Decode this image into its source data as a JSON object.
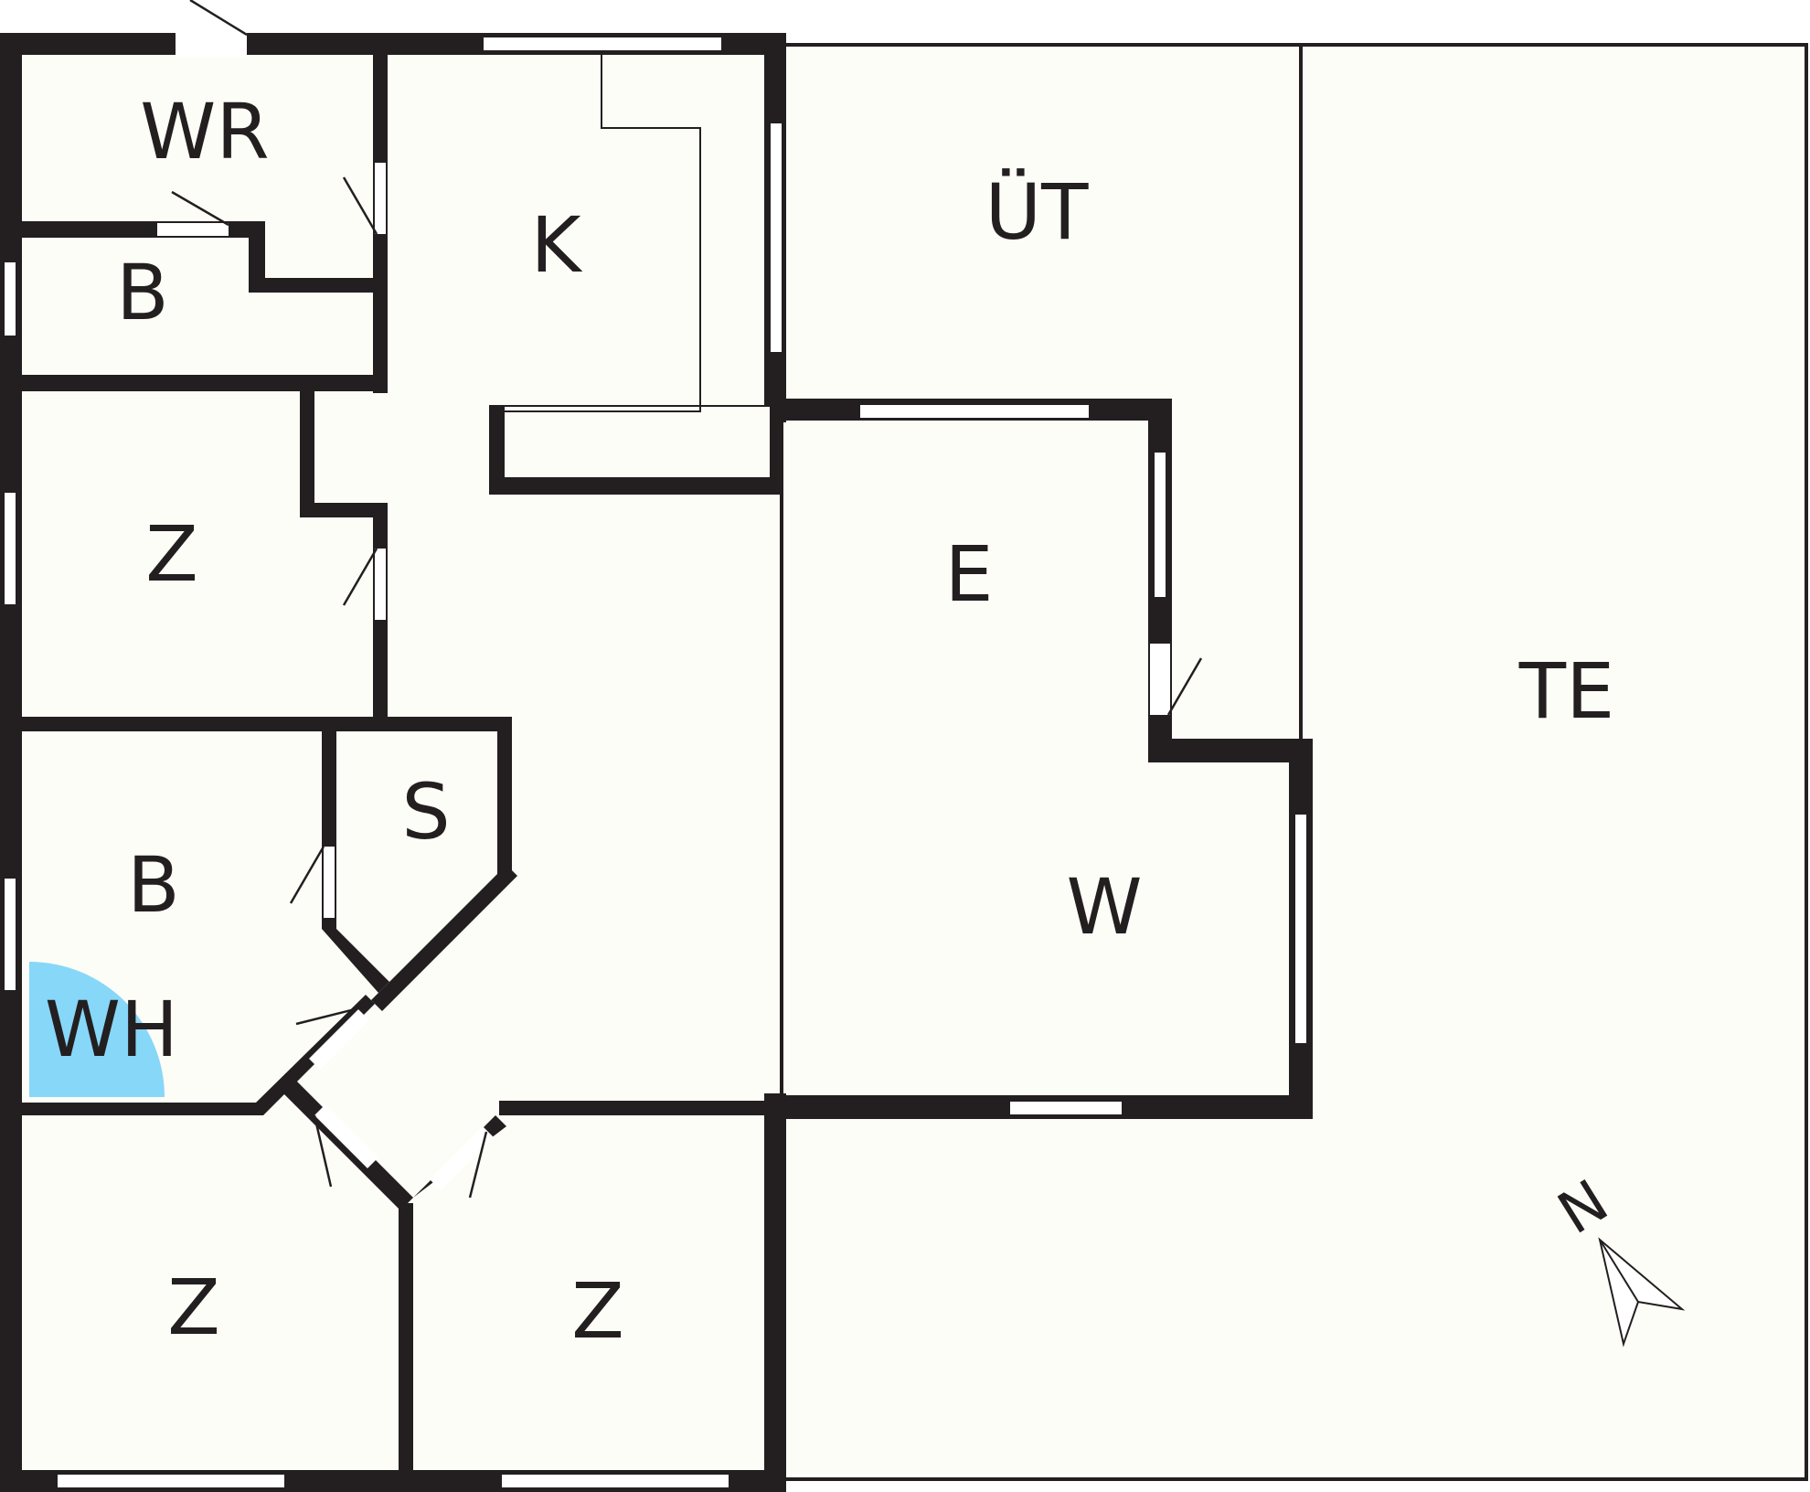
{
  "plan": {
    "rooms": [
      {
        "id": "wc",
        "label": "WR"
      },
      {
        "id": "bath-top",
        "label": "B"
      },
      {
        "id": "kitchen",
        "label": "K"
      },
      {
        "id": "utility",
        "label": "ÜT"
      },
      {
        "id": "room-top",
        "label": "Z"
      },
      {
        "id": "dining",
        "label": "E"
      },
      {
        "id": "terrace",
        "label": "TE"
      },
      {
        "id": "storage",
        "label": "S"
      },
      {
        "id": "bath-bottom",
        "label": "B"
      },
      {
        "id": "living",
        "label": "W"
      },
      {
        "id": "water-heater",
        "label": "WH"
      },
      {
        "id": "room-bottom-left",
        "label": "Z"
      },
      {
        "id": "room-bottom-mid",
        "label": "Z"
      }
    ],
    "north_label": "N",
    "colors": {
      "wall": "#231f20",
      "floor": "#fdfdf7",
      "water_heater": "#87d7f8"
    }
  }
}
